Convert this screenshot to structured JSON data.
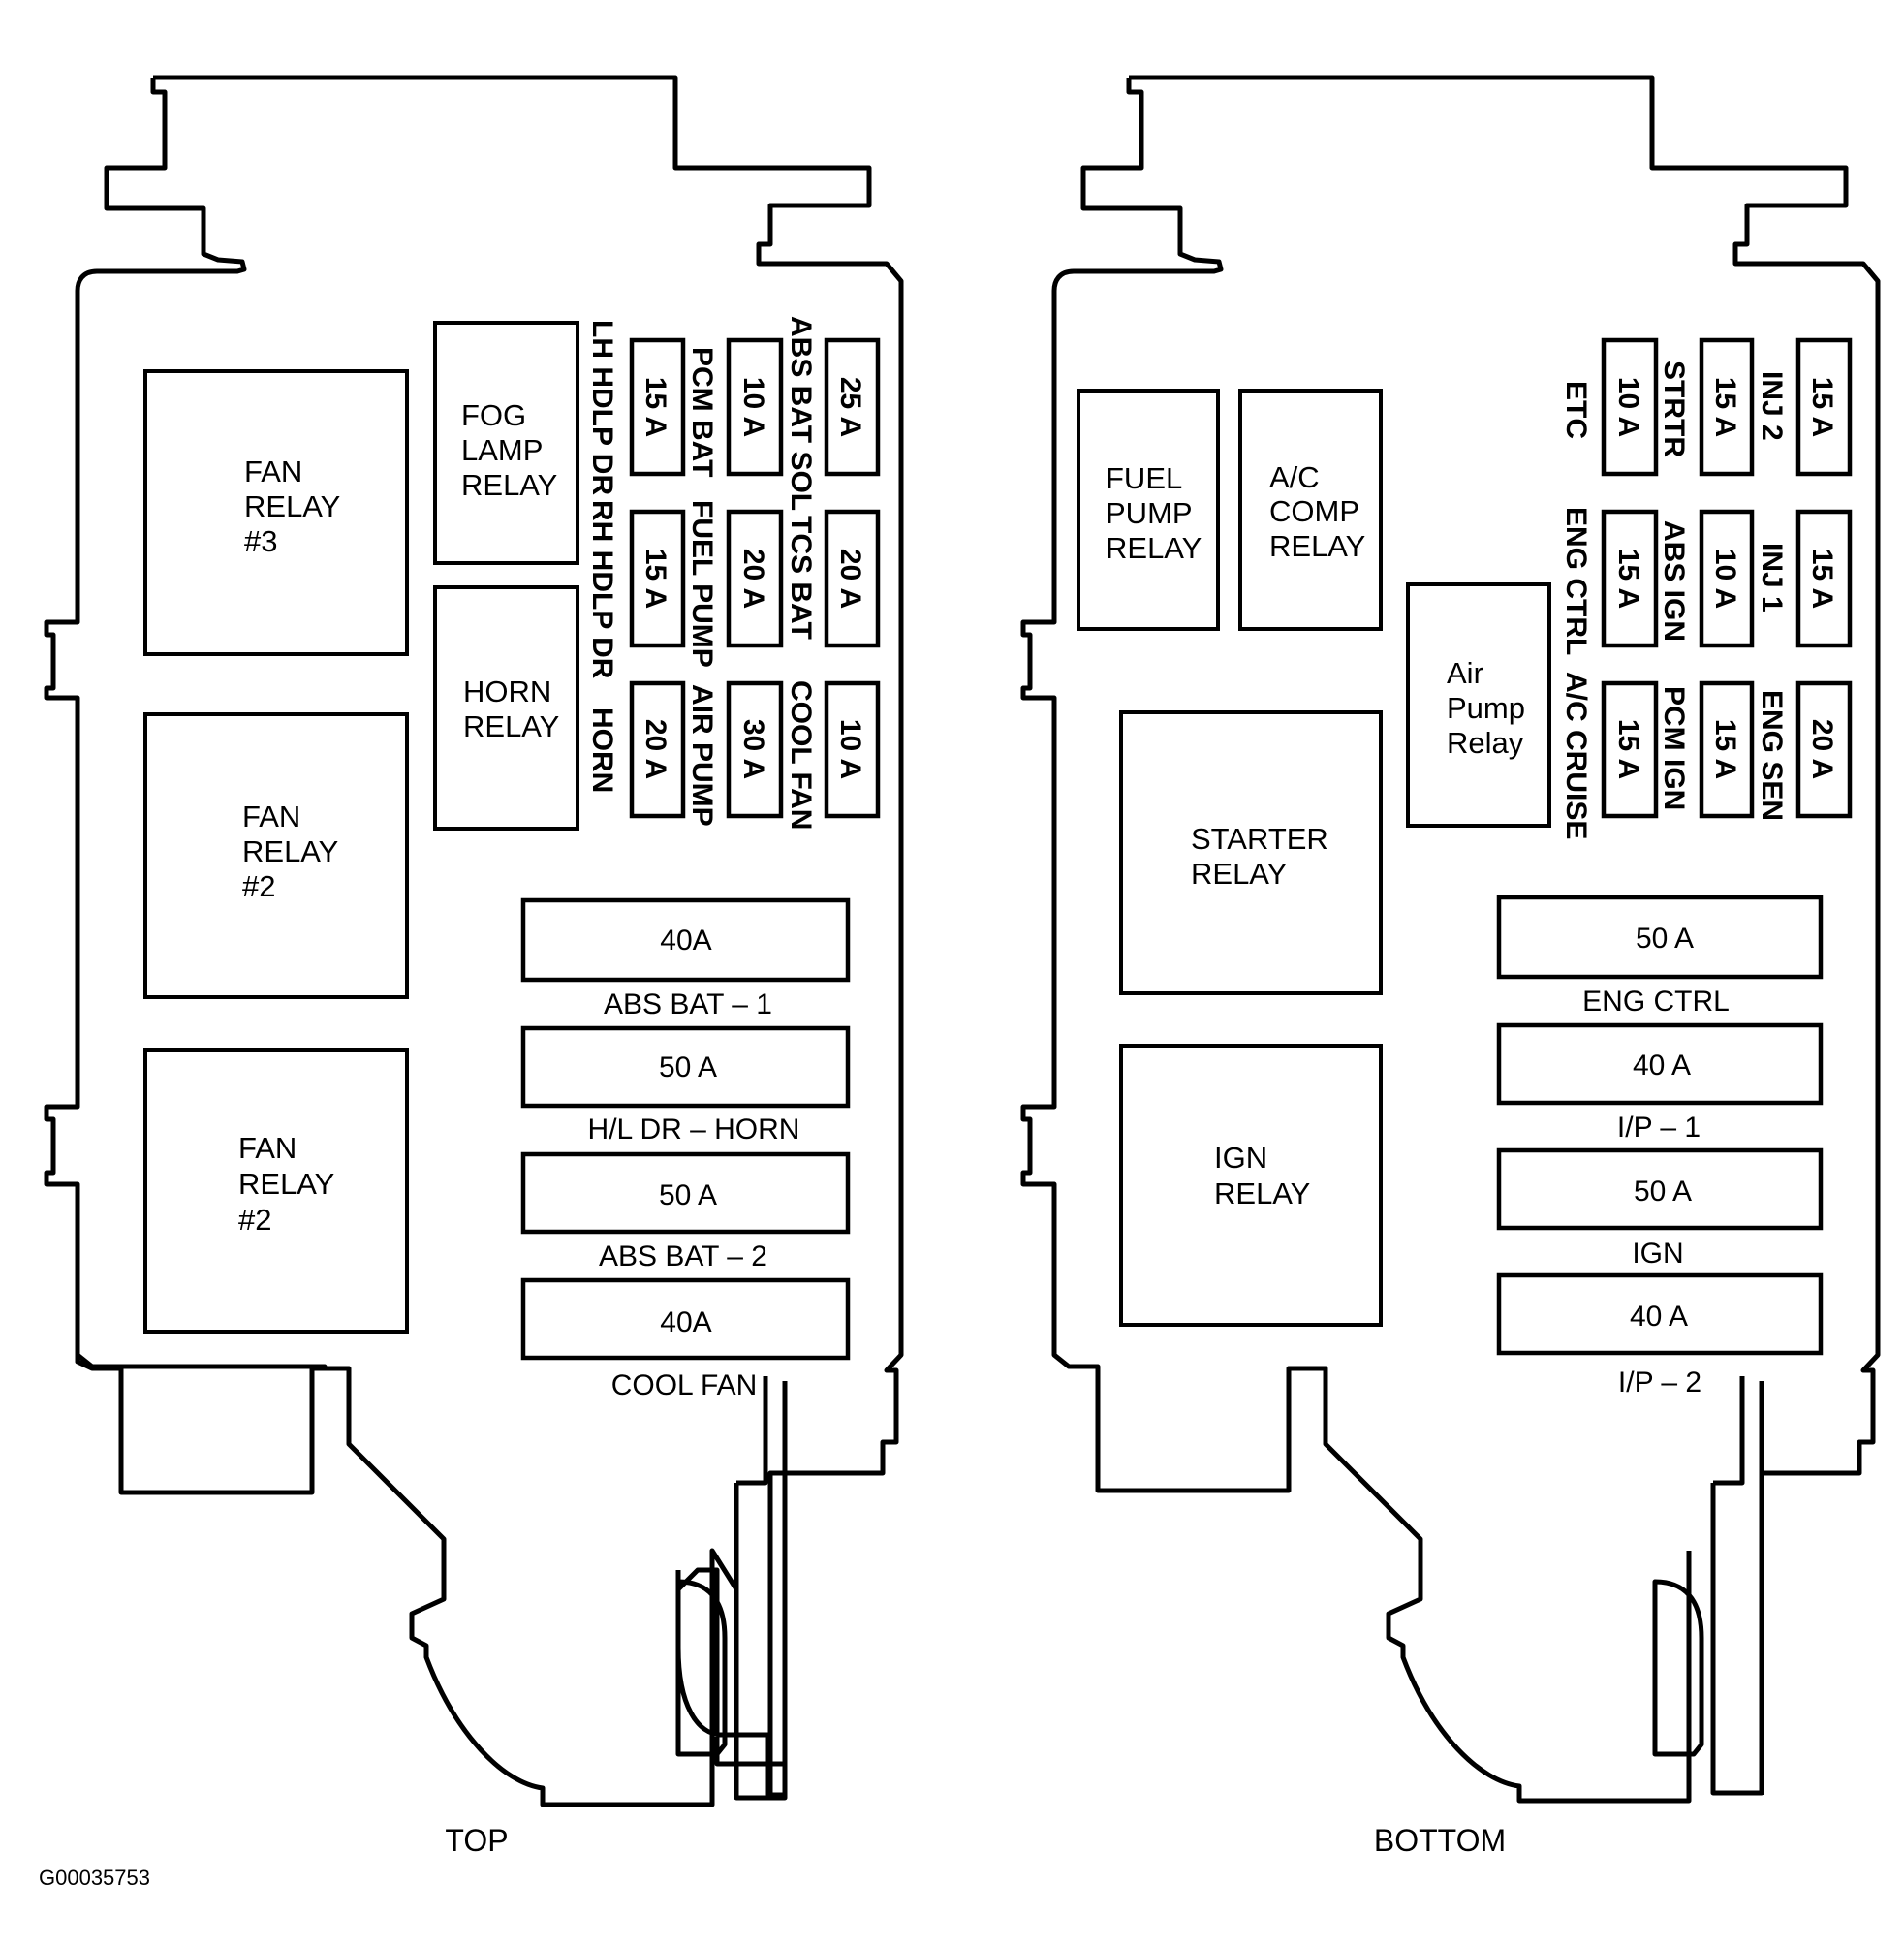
{
  "figure_code": "G00035753",
  "colors": {
    "line": "#000000",
    "background": "#ffffff"
  },
  "top": {
    "caption": "TOP",
    "relays": [
      {
        "lines": [
          "FAN",
          "RELAY",
          "#3"
        ]
      },
      {
        "lines": [
          "FAN",
          "RELAY",
          "#2"
        ]
      },
      {
        "lines": [
          "FAN",
          "RELAY",
          "#2"
        ]
      },
      {
        "lines": [
          "FOG",
          "LAMP",
          "RELAY"
        ]
      },
      {
        "lines": [
          "HORN",
          "RELAY"
        ]
      }
    ],
    "fuses": [
      {
        "rating": "15 A",
        "label": "LH HDLP DR"
      },
      {
        "rating": "10 A",
        "label": "PCM BAT"
      },
      {
        "rating": "25 A",
        "label": "ABS BAT SOL"
      },
      {
        "rating": "15 A",
        "label": "RH HDLP DR"
      },
      {
        "rating": "20 A",
        "label": "FUEL PUMP"
      },
      {
        "rating": "20 A",
        "label": "TCS BAT"
      },
      {
        "rating": "20 A",
        "label": "HORN"
      },
      {
        "rating": "30 A",
        "label": "AIR PUMP"
      },
      {
        "rating": "10 A",
        "label": "COOL FAN"
      }
    ],
    "maxi_fuses": [
      {
        "rating": "40A",
        "label": "ABS BAT – 1"
      },
      {
        "rating": "50 A",
        "label": "H/L DR – HORN"
      },
      {
        "rating": "50 A",
        "label": "ABS BAT – 2"
      },
      {
        "rating": "40A",
        "label": "COOL FAN"
      }
    ]
  },
  "bottom": {
    "caption": "BOTTOM",
    "relays": [
      {
        "lines": [
          "FUEL",
          "PUMP",
          "RELAY"
        ]
      },
      {
        "lines": [
          "A/C",
          "COMP",
          "RELAY"
        ]
      },
      {
        "lines": [
          "Air",
          "Pump",
          "Relay"
        ]
      },
      {
        "lines": [
          "STARTER",
          "RELAY"
        ]
      },
      {
        "lines": [
          "IGN",
          "RELAY"
        ]
      }
    ],
    "fuses": [
      {
        "rating": "10 A",
        "label": "ETC"
      },
      {
        "rating": "15 A",
        "label": "STRTR"
      },
      {
        "rating": "15 A",
        "label": "INJ 2"
      },
      {
        "rating": "15 A",
        "label": "ENG CTRL"
      },
      {
        "rating": "10 A",
        "label": "ABS IGN"
      },
      {
        "rating": "15 A",
        "label": "INJ 1"
      },
      {
        "rating": "15 A",
        "label": "A/C CRUISE"
      },
      {
        "rating": "15 A",
        "label": "PCM IGN"
      },
      {
        "rating": "20 A",
        "label": "ENG SEN"
      }
    ],
    "maxi_fuses": [
      {
        "rating": "50 A",
        "label": "ENG CTRL"
      },
      {
        "rating": "40 A",
        "label": "I/P  – 1"
      },
      {
        "rating": "50 A",
        "label": "IGN"
      },
      {
        "rating": "40 A",
        "label": "I/P  – 2"
      }
    ]
  }
}
